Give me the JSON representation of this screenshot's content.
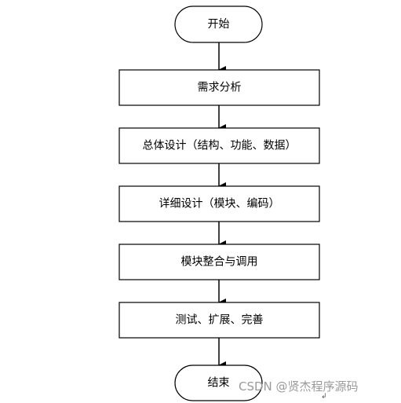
{
  "flow": {
    "start": "开始",
    "steps": [
      "需求分析",
      "总体设计（结构、功能、数据）",
      "详细设计（模块、编码）",
      "模块整合与调用",
      "测试、扩展、完善"
    ],
    "end": "结束"
  },
  "watermark": "CSDN @贤杰程序源码",
  "colors": {
    "shape_fill": "#ffffff",
    "stroke": "#000000",
    "watermark": "#9a9a9a"
  }
}
